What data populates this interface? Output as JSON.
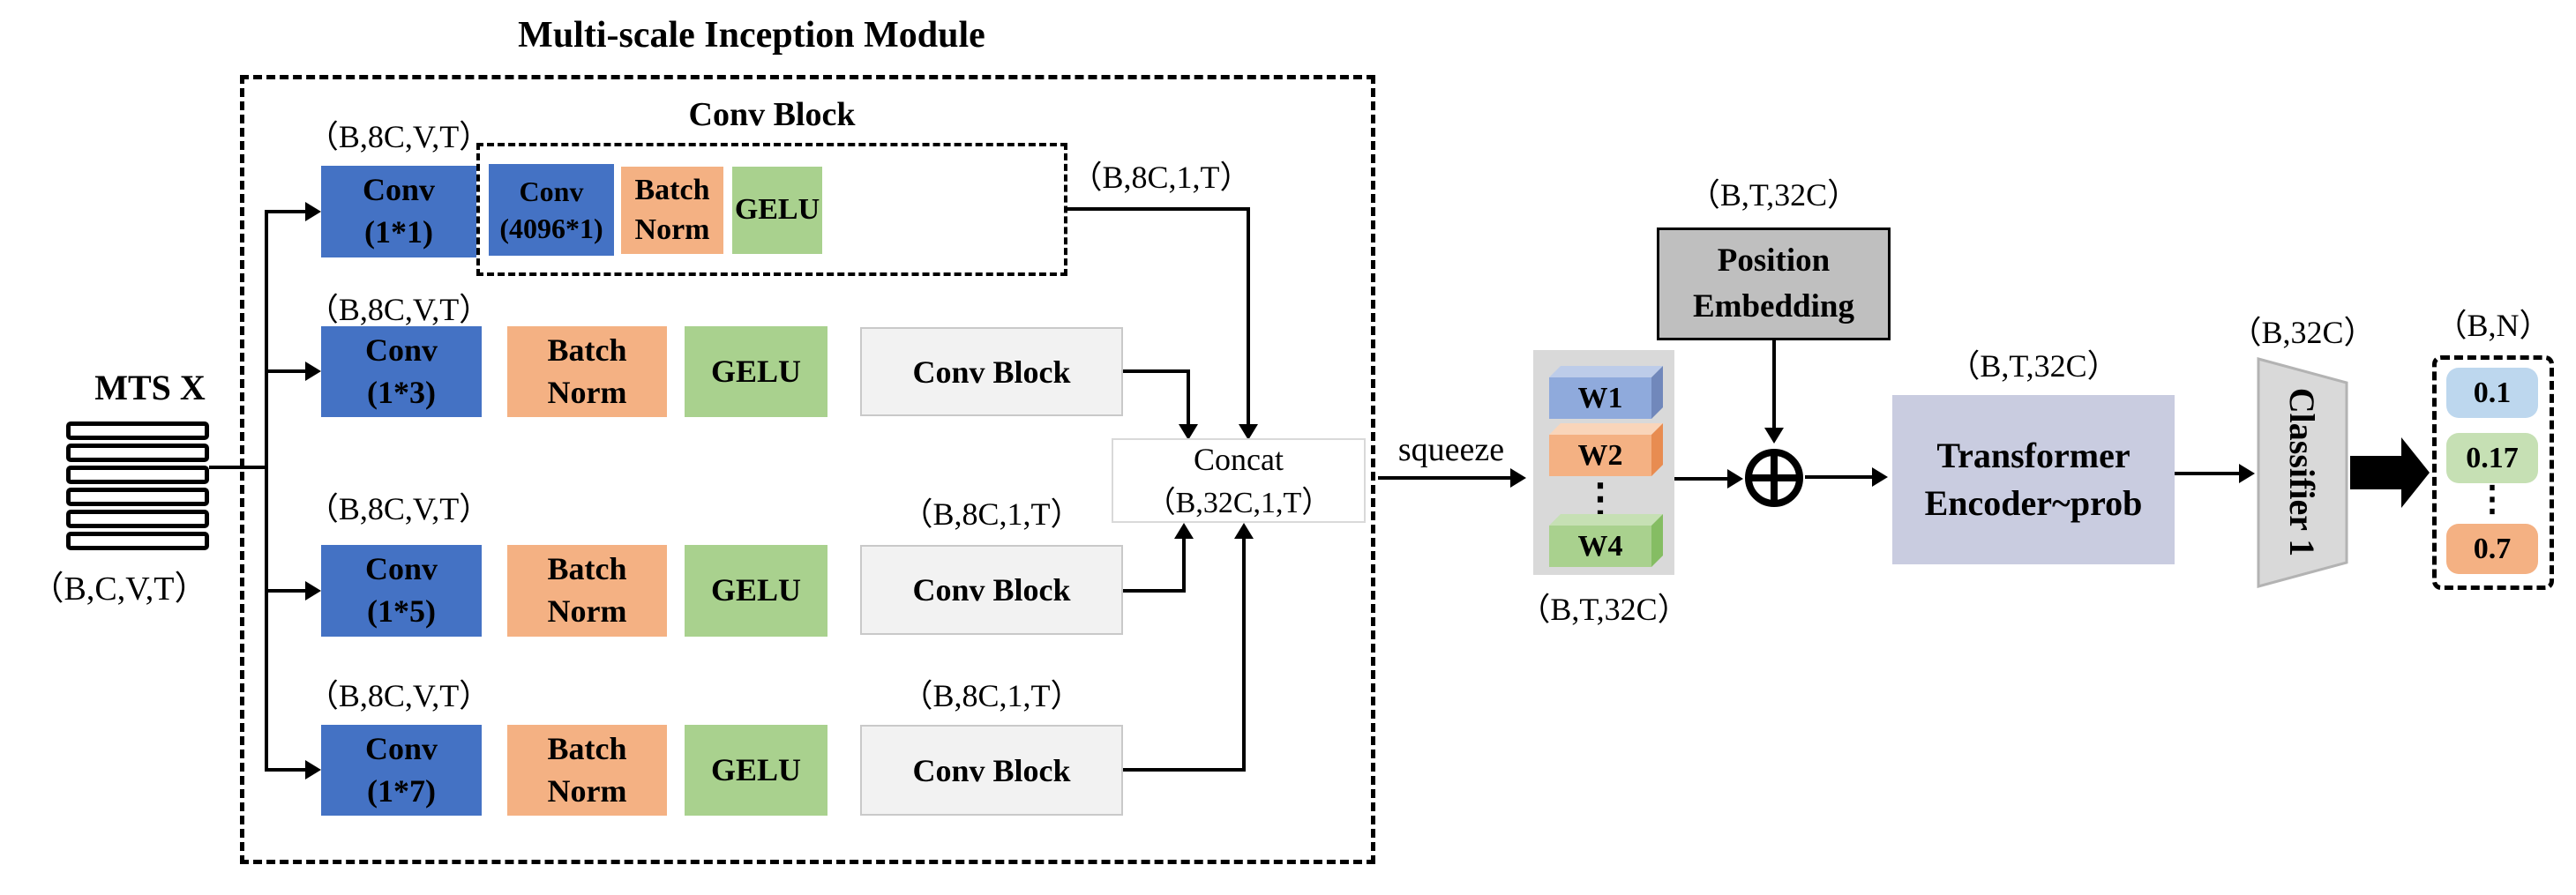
{
  "module": {
    "title": "Multi-scale Inception Module",
    "input_label": "MTS X",
    "input_shape": "（B,C,V,T）",
    "conv_block": {
      "title": "Conv Block",
      "conv_line1": "Conv",
      "conv_line2": "(4096*1)",
      "bn_line1": "Batch",
      "bn_line2": "Norm",
      "gelu": "GELU",
      "output_shape": "（B,8C,1,T）"
    },
    "branches": [
      {
        "input_shape": "（B,8C,V,T）",
        "conv_line1": "Conv",
        "conv_line2": "(1*1)"
      },
      {
        "input_shape": "（B,8C,V,T）",
        "conv_line1": "Conv",
        "conv_line2": "(1*3)",
        "bn_line1": "Batch",
        "bn_line2": "Norm",
        "gelu": "GELU",
        "conv_block_label": "Conv Block"
      },
      {
        "input_shape": "（B,8C,V,T）",
        "conv_line1": "Conv",
        "conv_line2": "(1*5)",
        "bn_line1": "Batch",
        "bn_line2": "Norm",
        "gelu": "GELU",
        "conv_block_label": "Conv Block",
        "output_shape": "（B,8C,1,T）"
      },
      {
        "input_shape": "（B,8C,V,T）",
        "conv_line1": "Conv",
        "conv_line2": "(1*7)",
        "bn_line1": "Batch",
        "bn_line2": "Norm",
        "gelu": "GELU",
        "conv_block_label": "Conv Block",
        "output_shape": "（B,8C,1,T）"
      }
    ],
    "concat_label": "Concat",
    "concat_shape": "（B,32C,1,T）"
  },
  "squeeze_label": "squeeze",
  "weight_stack": {
    "shape": "（B,T,32C）",
    "dots": "⋮",
    "items": [
      {
        "label": "W1",
        "color": "#8faadc",
        "top_color": "#bdcce9",
        "side_color": "#7188bb"
      },
      {
        "label": "W2",
        "color": "#f4b183",
        "top_color": "#f9d5ba",
        "side_color": "#e88c51"
      },
      {
        "label": "W4",
        "color": "#a9d18e",
        "top_color": "#c6e0b4",
        "side_color": "#85bd63"
      }
    ]
  },
  "position_embedding": {
    "shape": "（B,T,32C）",
    "line1": "Position",
    "line2": "Embedding"
  },
  "transformer": {
    "shape": "（B,T,32C）",
    "line1": "Transformer",
    "line2": "Encoder~prob"
  },
  "classifier": {
    "shape": "（B,32C）",
    "label": "Classifier 1"
  },
  "output": {
    "shape": "（B,N）",
    "dots": "⋮",
    "probs": [
      {
        "value": "0.1",
        "color": "#bdd7ee"
      },
      {
        "value": "0.17",
        "color": "#c6e0b4"
      },
      {
        "value": "0.7",
        "color": "#f4b183"
      }
    ]
  },
  "colors": {
    "conv_blue": "#4472c4",
    "batch_norm_orange": "#f4b183",
    "gelu_green": "#a9d18e",
    "conv_block_gray": "#f2f2f2",
    "position_embedding_gray": "#bfbfbf",
    "transformer_lavender": "#c9cce0",
    "classifier_gray": "#d9d9d9",
    "panel_gray": "#d9d9d9"
  }
}
